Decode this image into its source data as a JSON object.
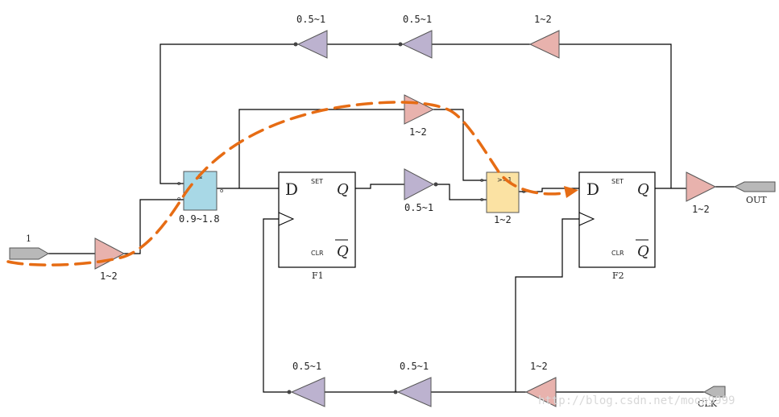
{
  "colors": {
    "buffer_pink": "#e8b2ad",
    "buffer_purple": "#bcb2cf",
    "and_gate": "#a8d8e6",
    "or_gate": "#fbe2a3",
    "path": "#e66c14",
    "port": "#b8b8b8"
  },
  "ports": {
    "input_label": "1",
    "output_label": "OUT",
    "clk_label": "CLK"
  },
  "buffers": {
    "input_buf": "1~2",
    "feedback_left": "0.5~1",
    "feedback_mid": "0.5~1",
    "feedback_right": "1~2",
    "upper_path": "1~2",
    "between_ffs": "0.5~1",
    "output_buf": "1~2",
    "clk_left": "0.5~1",
    "clk_mid": "0.5~1",
    "clk_right": "1~2"
  },
  "gates": {
    "and_symbol": "&",
    "and_delay": "0.9~1.8",
    "or_symbol": ">=1",
    "or_delay": "1~2"
  },
  "flipflops": {
    "f1_name": "F1",
    "f2_name": "F2",
    "d": "D",
    "q": "Q",
    "qbar": "Q",
    "set": "SET",
    "clr": "CLR"
  },
  "watermark": "http://blog.csdn.net/moon9999"
}
